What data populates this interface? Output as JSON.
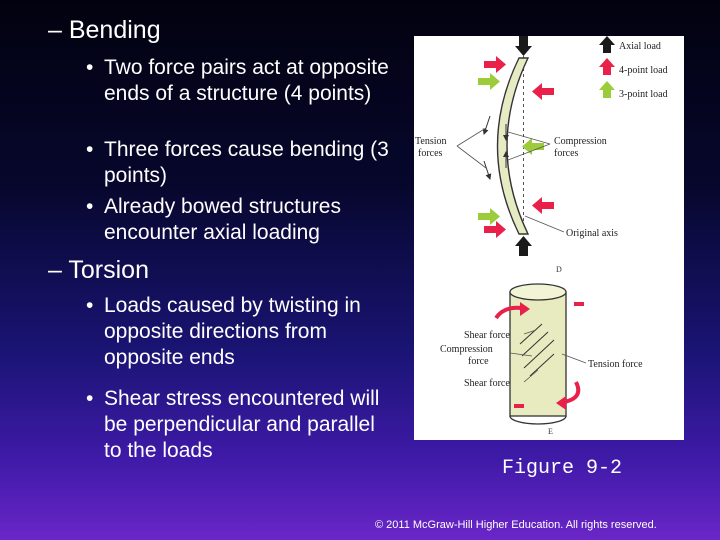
{
  "heading_bending": "– Bending",
  "bending_bullets": [
    "Two force pairs act at opposite ends of a structure (4 points)",
    "Three forces cause bending (3 points)",
    "Already bowed structures encounter axial loading"
  ],
  "heading_torsion": "– Torsion",
  "torsion_bullets": [
    "Loads caused by twisting in opposite directions from opposite ends",
    "Shear stress encountered will be perpendicular and parallel to the loads"
  ],
  "bullet_glyph": "•",
  "figure": {
    "legend": [
      "Axial load",
      "4-point load",
      "3-point load"
    ],
    "tension_label_1": "Tension",
    "tension_label_2": "forces",
    "compression_label_1": "Compression",
    "compression_label_2": "forces",
    "original_axis": "Original axis",
    "panel_d": "D",
    "shear_force_top": "Shear force",
    "compression_force_1": "Compression",
    "compression_force_2": "force",
    "tension_force": "Tension force",
    "shear_force_bottom": "Shear force",
    "panel_e": "E"
  },
  "colors": {
    "axial": "#1a1a1a",
    "four_point": "#e8204a",
    "three_point": "#9ccc3c",
    "beam": "#e6ebc4",
    "cylinder": "#e8ebc0"
  },
  "caption": "Figure 9-2",
  "copyright": "© 2011 McGraw-Hill Higher Education. All rights reserved."
}
